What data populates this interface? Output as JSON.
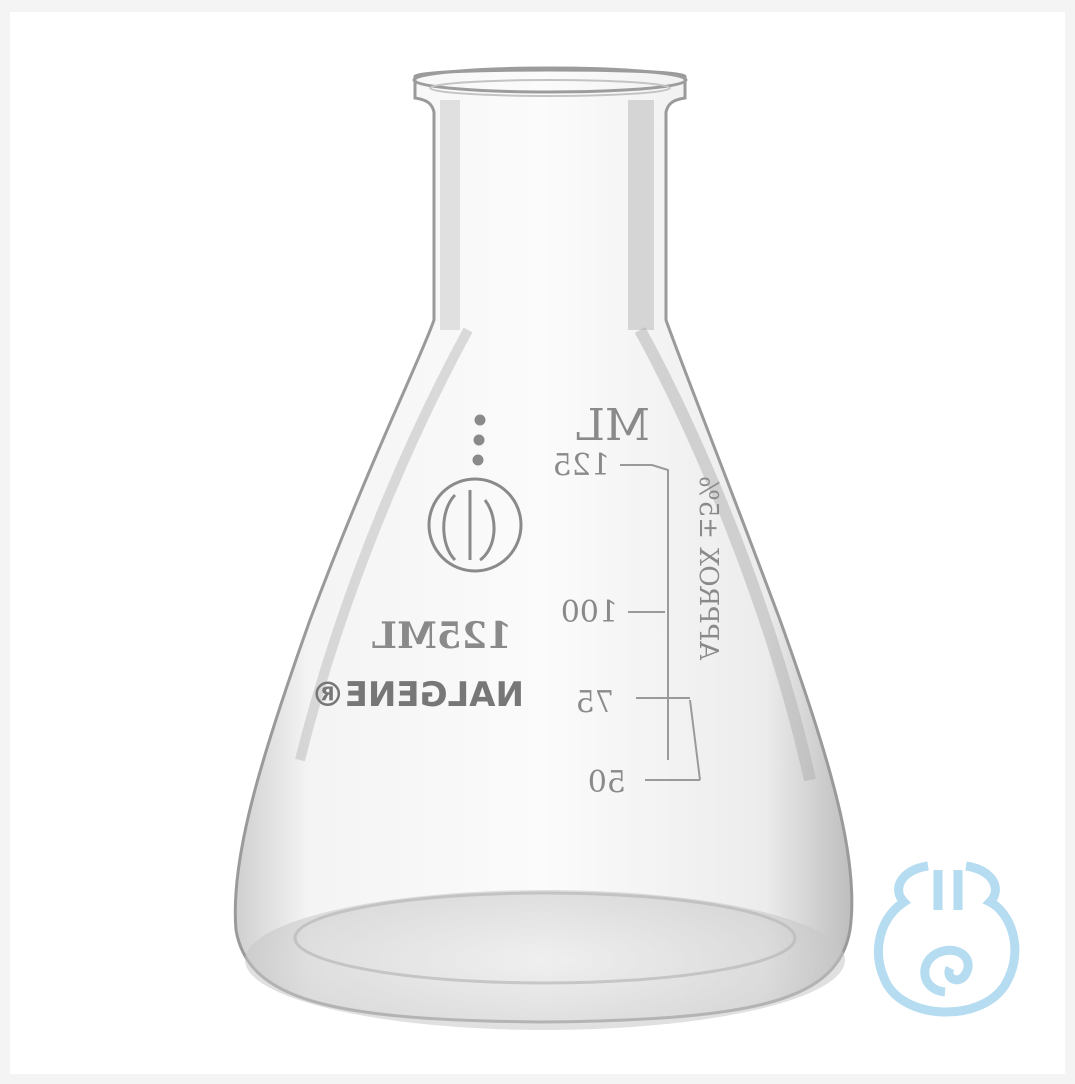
{
  "flask": {
    "markings": {
      "unit": "ML",
      "grad_125": "125",
      "grad_100": "100",
      "grad_75": "75",
      "grad_50": "50",
      "capacity": "125ML",
      "brand": "NALGENE®",
      "approx": "APPROX ±5%"
    }
  },
  "watermark": {
    "icon": "flask-logo-icon"
  },
  "colors": {
    "glass_edge": "#9a9a9a",
    "watermark": "#a9d6ee"
  }
}
